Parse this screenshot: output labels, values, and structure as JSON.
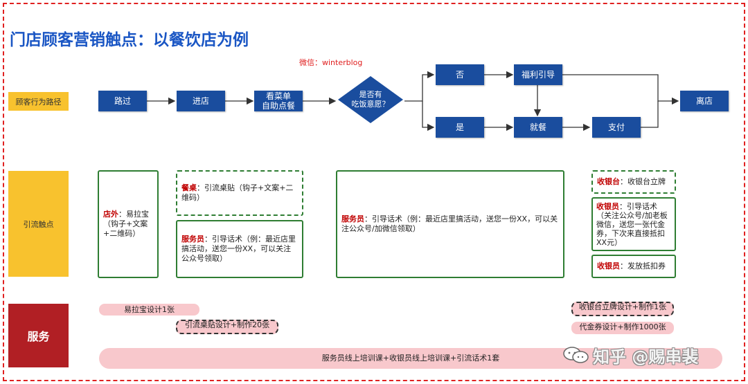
{
  "title": "门店顾客营销触点：以餐饮店为例",
  "wechat": "微信：winterblog",
  "lanes": {
    "path": "顾客行为路径",
    "touch": "引流触点",
    "service": "服务"
  },
  "nodes": {
    "pass": "路过",
    "enter": "进店",
    "menu_line1": "看菜单",
    "menu_line2": "自助点餐",
    "decision_line1": "是否有",
    "decision_line2": "吃饭意愿？",
    "no": "否",
    "yes": "是",
    "guide": "福利引导",
    "dine": "就餐",
    "pay": "支付",
    "leave": "离店"
  },
  "touchpoints": {
    "outside": {
      "label": "店外",
      "text": "：易拉宝（钩子+文案+二维码）"
    },
    "table": {
      "label": "餐桌",
      "text": "：引流桌贴（钩子+文案+二维码）"
    },
    "waiter1": {
      "label": "服务员",
      "text": "：引导话术（例：最近店里搞活动，送您一份XX，可以关注公众号领取）"
    },
    "waiter2": {
      "label": "服务员",
      "text": "：引导话术（例：最近店里搞活动，送您一份XX，可以关注公众号/加微信领取）"
    },
    "cashier_desk": {
      "label": "收银台",
      "text": "：收银台立牌"
    },
    "cashier1": {
      "label": "收银员",
      "text": "：引导话术（关注公众号/加老板微信，送您一张代金券，下次来直接抵扣XX元）"
    },
    "cashier2": {
      "label": "收银员",
      "text": "：发放抵扣券"
    }
  },
  "services": {
    "s1": "易拉宝设计1张",
    "s2": "引流桌贴设计+制作20张",
    "s3": "收银台立牌设计+制作1张",
    "s4": "代金券设计+制作1000张",
    "s5": "服务员线上培训课+收银员线上培训课+引流话术1套"
  },
  "watermark": "知乎 @赐串裴",
  "colors": {
    "node": "#1a4d9e",
    "lane_yellow": "#f8c22e",
    "lane_red": "#b11f24",
    "box_border": "#2e7d32",
    "pill": "#f8c8cc",
    "title": "#1a56c4",
    "accent_red": "#c00000"
  }
}
